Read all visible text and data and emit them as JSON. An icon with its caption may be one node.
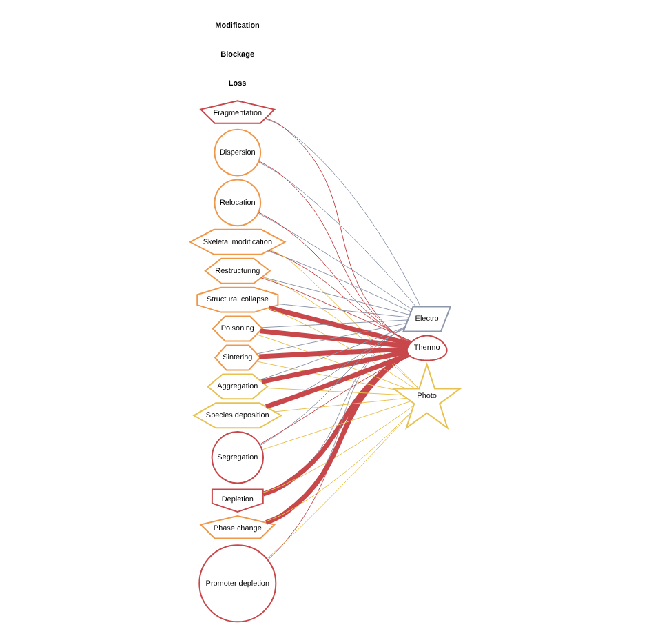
{
  "diagram": {
    "nodes": [
      {
        "text": [
          "Fragmentation"
        ]
      },
      {
        "text": [
          "Promoter depletion"
        ]
      },
      {
        "text": [
          "Depletion"
        ]
      },
      {
        "text": [
          "Electro"
        ]
      },
      {
        "text": [
          "Thermo"
        ]
      },
      {
        "text": [
          "Photo"
        ]
      },
      {
        "text": [
          "Phase change"
        ]
      },
      {
        "text": [
          "Skeletal modification"
        ]
      },
      {
        "text": [
          "Restructuring"
        ]
      },
      {
        "text": [
          "Structural collapse"
        ]
      },
      {
        "text": [
          "Dispersion"
        ]
      },
      {
        "text": [
          "Relocation"
        ]
      },
      {
        "text": [
          "Poisoning"
        ]
      },
      {
        "text": [
          "Sintering"
        ]
      },
      {
        "text": [
          "Aggregation"
        ]
      },
      {
        "text": [
          "Species deposition"
        ]
      },
      {
        "text": [
          "Segregation"
        ]
      }
    ],
    "edges": [
      {
        "from": 0,
        "to": 3,
        "arrow": "none",
        "color": "#8d97ab"
      },
      {
        "from": 0,
        "to": 4,
        "arrow": "none",
        "color": "#c8474a"
      },
      {
        "from": 1,
        "to": 4,
        "arrow": "none",
        "color": "#c8474a"
      },
      {
        "from": 1,
        "to": 5,
        "arrow": "none",
        "color": "#e8c250"
      },
      {
        "from": 2,
        "to": 3,
        "arrow": "none",
        "color": "#8d97ab"
      },
      {
        "from": 2,
        "to": 4,
        "arrow": "none",
        "style": "thick",
        "color": "#c8474a"
      },
      {
        "from": 2,
        "to": 5,
        "arrow": "none",
        "color": "#e8c250"
      },
      {
        "from": 6,
        "to": 3,
        "arrow": "none",
        "color": "#8d97ab"
      },
      {
        "from": 6,
        "to": 4,
        "arrow": "none",
        "style": "thick",
        "color": "#c8474a"
      },
      {
        "from": 6,
        "to": 5,
        "arrow": "none",
        "color": "#e8c250"
      },
      {
        "from": 7,
        "to": 3,
        "arrow": "none",
        "color": "#8d97ab"
      },
      {
        "from": 7,
        "to": 4,
        "arrow": "none",
        "color": "#c8474a"
      },
      {
        "from": 7,
        "to": 5,
        "arrow": "none",
        "color": "#e8c250"
      },
      {
        "from": 8,
        "to": 3,
        "arrow": "none",
        "color": "#8d97ab"
      },
      {
        "from": 8,
        "to": 4,
        "arrow": "none",
        "color": "#c8474a"
      },
      {
        "from": 8,
        "to": 5,
        "arrow": "none",
        "color": "#e8c250"
      },
      {
        "from": 9,
        "to": 3,
        "arrow": "none",
        "color": "#8d97ab"
      },
      {
        "from": 9,
        "to": 4,
        "arrow": "none",
        "style": "thick",
        "color": "#c8474a"
      },
      {
        "from": 9,
        "to": 5,
        "arrow": "none",
        "color": "#e8c250"
      },
      {
        "from": 10,
        "to": 3,
        "arrow": "none",
        "color": "#8d97ab"
      },
      {
        "from": 10,
        "to": 4,
        "arrow": "none",
        "color": "#c8474a"
      },
      {
        "from": 11,
        "to": 3,
        "arrow": "none",
        "color": "#8d97ab"
      },
      {
        "from": 11,
        "to": 4,
        "arrow": "none",
        "color": "#c8474a"
      },
      {
        "from": 12,
        "to": 3,
        "arrow": "none",
        "color": "#8d97ab"
      },
      {
        "from": 12,
        "to": 4,
        "arrow": "none",
        "style": "thick",
        "color": "#c8474a"
      },
      {
        "from": 12,
        "to": 5,
        "arrow": "none",
        "color": "#e8c250"
      },
      {
        "from": 13,
        "to": 3,
        "arrow": "none",
        "color": "#8d97ab"
      },
      {
        "from": 13,
        "to": 4,
        "arrow": "none",
        "style": "thick",
        "color": "#c8474a"
      },
      {
        "from": 13,
        "to": 5,
        "arrow": "none",
        "color": "#e8c250"
      },
      {
        "from": 14,
        "to": 3,
        "arrow": "none",
        "color": "#8d97ab"
      },
      {
        "from": 14,
        "to": 4,
        "arrow": "none",
        "style": "thick",
        "color": "#c8474a"
      },
      {
        "from": 14,
        "to": 5,
        "arrow": "none",
        "color": "#e8c250"
      },
      {
        "from": 15,
        "to": 3,
        "arrow": "none",
        "color": "#8d97ab"
      },
      {
        "from": 15,
        "to": 4,
        "arrow": "none",
        "style": "thick",
        "color": "#c8474a"
      },
      {
        "from": 15,
        "to": 5,
        "arrow": "none",
        "color": "#e8c250"
      },
      {
        "from": 16,
        "to": 3,
        "arrow": "none",
        "color": "#8d97ab"
      },
      {
        "from": 16,
        "to": 4,
        "arrow": "none",
        "color": "#c8474a"
      },
      {
        "from": 16,
        "to": 5,
        "arrow": "none",
        "color": "#e8c250"
      }
    ],
    "labels": [
      "Loss",
      "Blockage",
      "Modification"
    ]
  }
}
